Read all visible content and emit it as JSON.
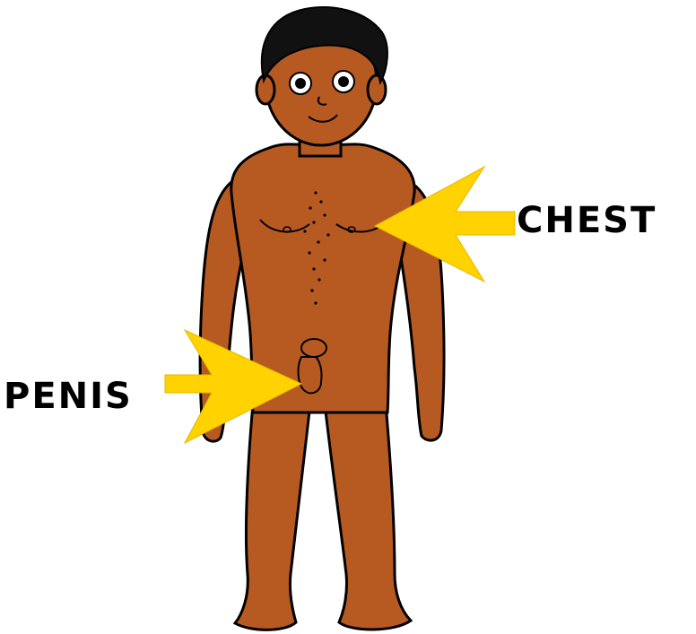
{
  "labels": {
    "chest": "CHEST",
    "penis": "PENIS"
  },
  "colors": {
    "skin": "#B65A22",
    "outline": "#000000",
    "arrow": "#FFD200",
    "text": "#000000",
    "background": "#FFFFFF"
  },
  "icons": [
    "boy-figure",
    "arrow-left",
    "arrow-right"
  ]
}
